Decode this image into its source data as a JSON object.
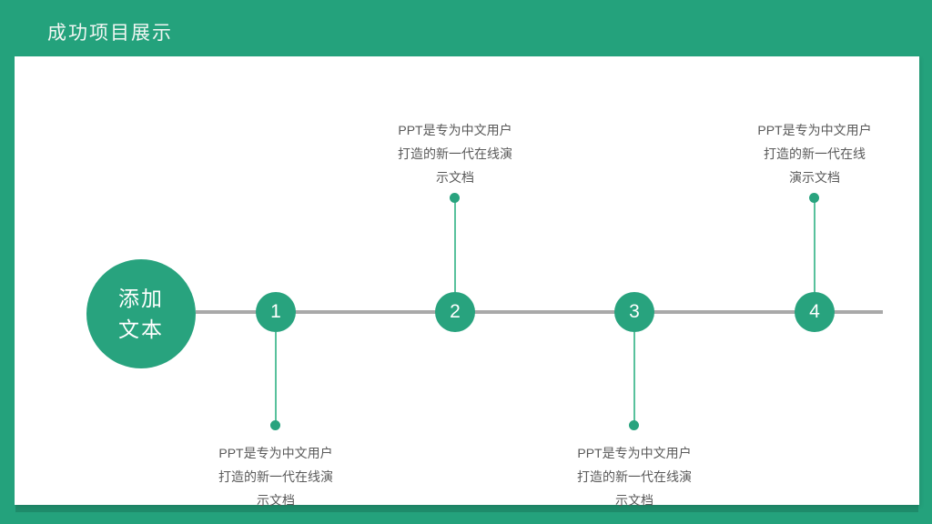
{
  "slide": {
    "title": "成功项目展示",
    "center_circle": {
      "line1": "添加",
      "line2": "文本"
    },
    "milestones": [
      {
        "number": "1",
        "caption_position": "below",
        "lines": [
          "PPT是专为中文用户",
          "打造的新一代在线演",
          "示文档"
        ]
      },
      {
        "number": "2",
        "caption_position": "above",
        "lines": [
          "PPT是专为中文用户",
          "打造的新一代在线演",
          "示文档"
        ]
      },
      {
        "number": "3",
        "caption_position": "below",
        "lines": [
          "PPT是专为中文用户",
          "打造的新一代在线演",
          "示文档"
        ]
      },
      {
        "number": "4",
        "caption_position": "above",
        "lines": [
          "PPT是专为中文用户",
          "打造的新一代在线",
          "演示文档"
        ]
      }
    ],
    "colors": {
      "background_green": "#24a27c",
      "circle_green": "#28a37e",
      "connector_green": "#58c19c",
      "timeline_gray": "#a9a9a9",
      "caption_gray": "#595959",
      "card_white": "#ffffff",
      "title_white": "#f2f7f4"
    }
  }
}
